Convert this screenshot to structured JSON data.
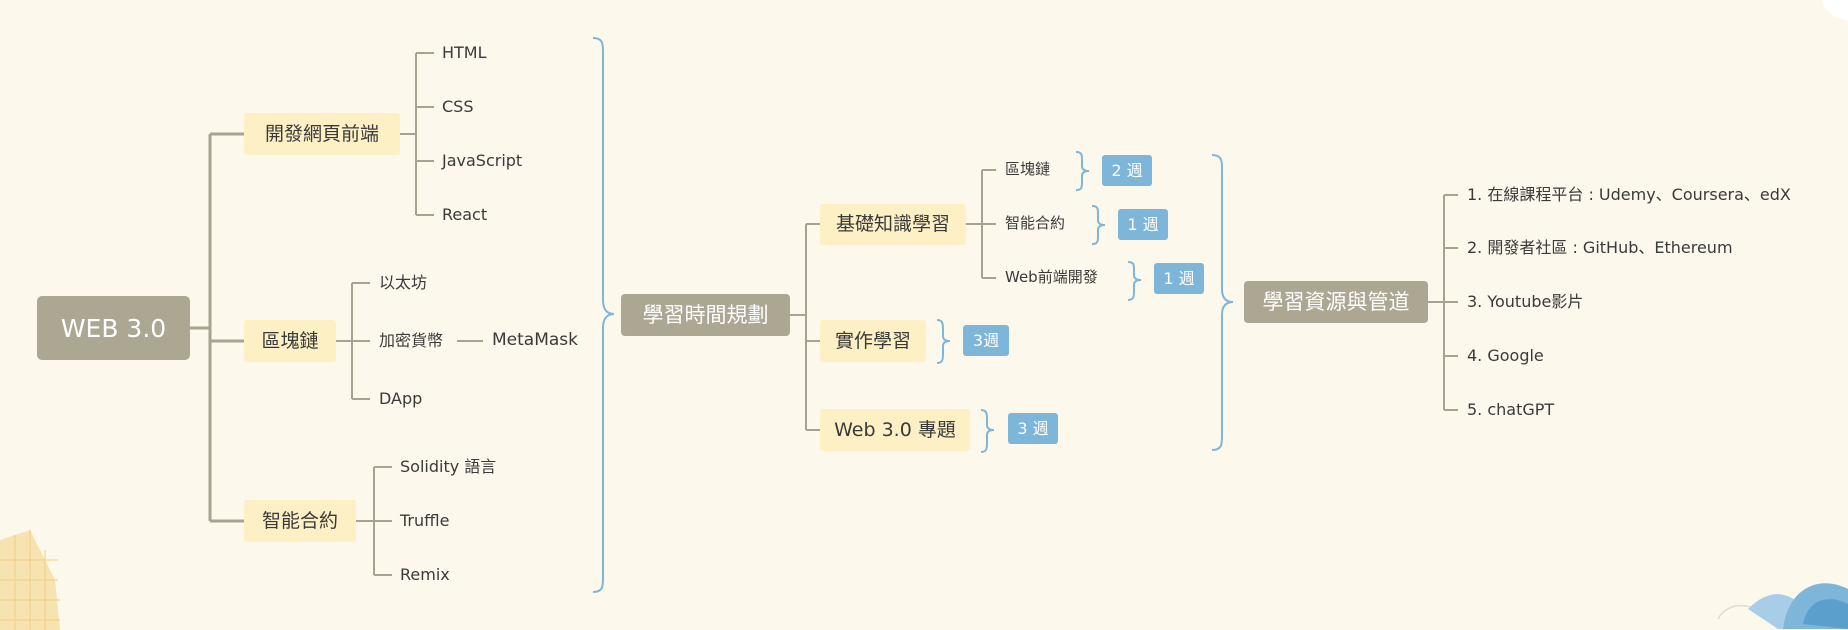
{
  "root": "WEB 3.0",
  "branches": {
    "frontend": {
      "label": "開發網頁前端",
      "items": [
        "HTML",
        "CSS",
        "JavaScript",
        "React"
      ]
    },
    "blockchain": {
      "label": "區塊鏈",
      "items": [
        "以太坊",
        "加密貨幣",
        "DApp"
      ],
      "sub": "MetaMask"
    },
    "contract": {
      "label": "智能合約",
      "items": [
        "Solidity 語言",
        "Truffle",
        "Remix"
      ]
    }
  },
  "plan": {
    "label": "學習時間規劃",
    "basics": {
      "label": "基礎知識學習",
      "items": [
        {
          "label": "區塊鏈",
          "duration": "2 週"
        },
        {
          "label": "智能合約",
          "duration": "1 週"
        },
        {
          "label": "Web前端開發",
          "duration": "1 週"
        }
      ]
    },
    "practice": {
      "label": "實作學習",
      "duration": "3週"
    },
    "project": {
      "label": "Web 3.0 專題",
      "duration": "3 週"
    }
  },
  "resources": {
    "label": "學習資源與管道",
    "items": [
      "1. 在線課程平台 : Udemy、Coursera、edX",
      "2. 開發者社區 : GitHub、Ethereum",
      "3. Youtube影片",
      "4. Google",
      "5. chatGPT"
    ]
  },
  "colors": {
    "line": "#a8a391",
    "brace": "#7eb6da",
    "node": "#aca793",
    "category": "#fdf0c4",
    "badge": "#7eb6da",
    "background": "#fdf8ec"
  }
}
